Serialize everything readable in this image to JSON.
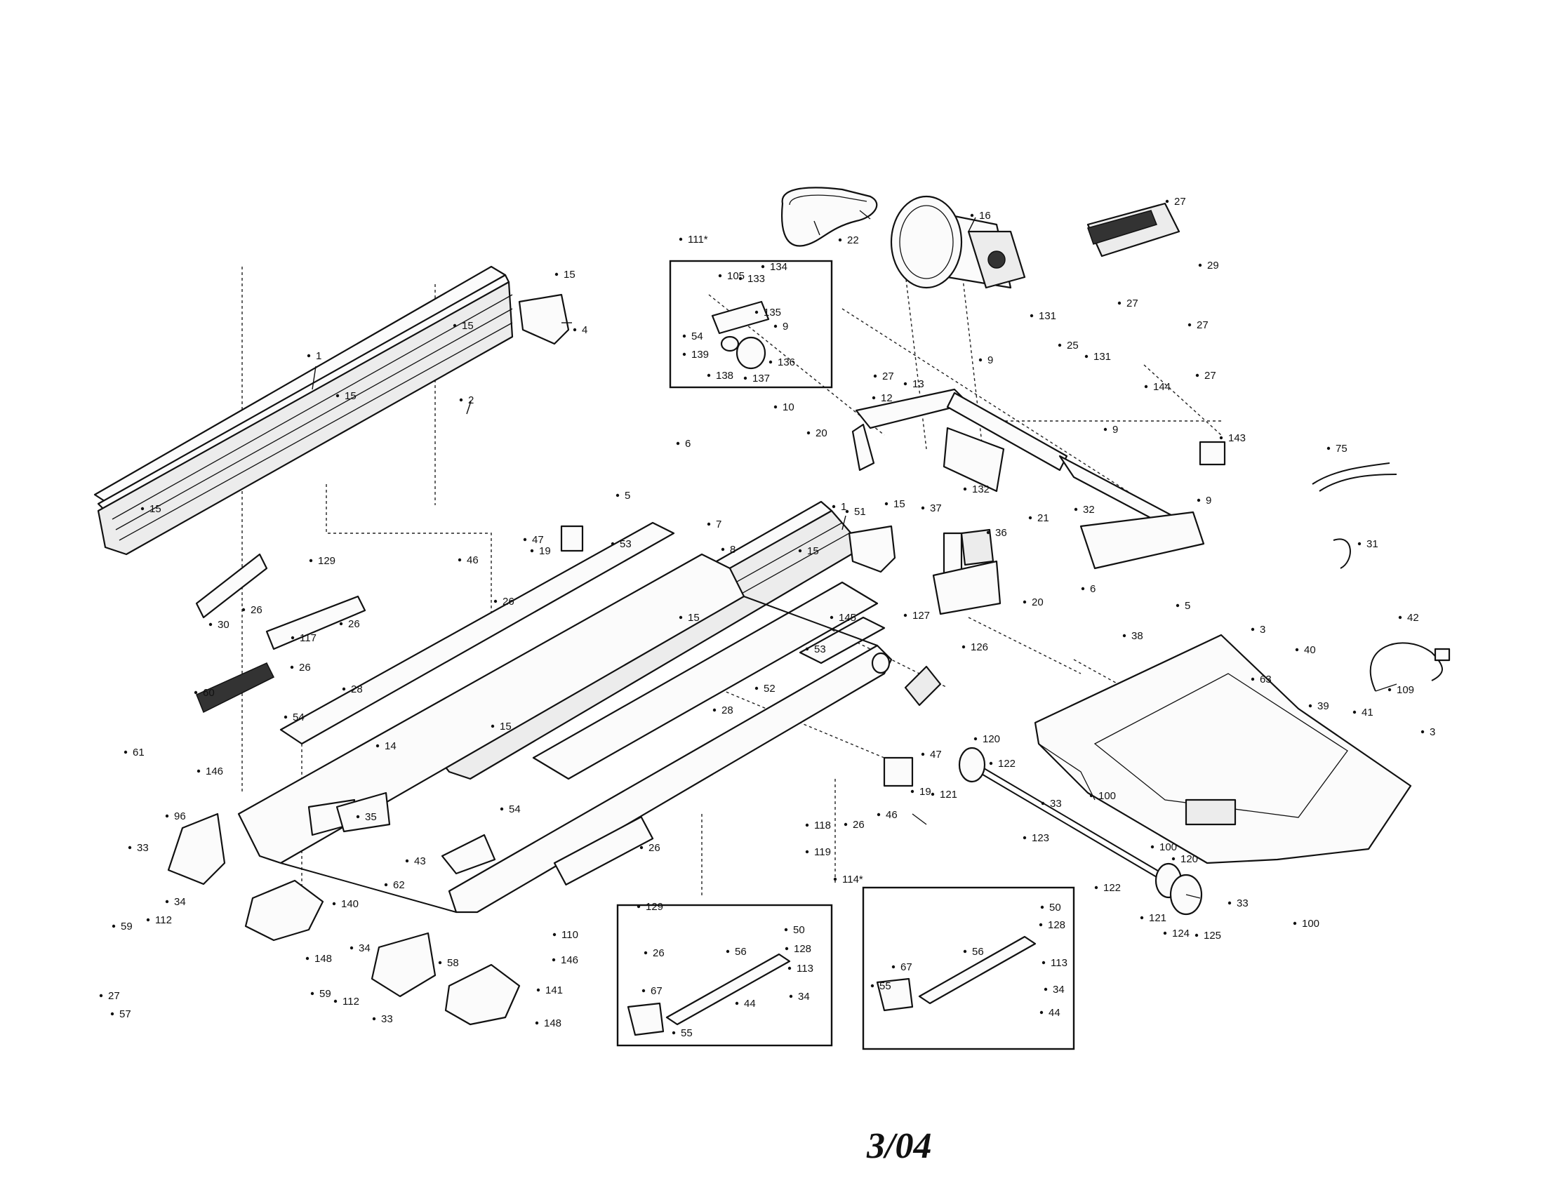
{
  "footer_code": "3/04",
  "parts": [
    {
      "id": "p1a",
      "text": "1"
    },
    {
      "id": "p1b",
      "text": "1"
    },
    {
      "id": "p2",
      "text": "2"
    },
    {
      "id": "p3a",
      "text": "3"
    },
    {
      "id": "p3b",
      "text": "3"
    },
    {
      "id": "p4",
      "text": "4"
    },
    {
      "id": "p5a",
      "text": "5"
    },
    {
      "id": "p5b",
      "text": "5"
    },
    {
      "id": "p6a",
      "text": "6"
    },
    {
      "id": "p6b",
      "text": "6"
    },
    {
      "id": "p7",
      "text": "7"
    },
    {
      "id": "p8",
      "text": "8"
    },
    {
      "id": "p9a",
      "text": "9"
    },
    {
      "id": "p9b",
      "text": "9"
    },
    {
      "id": "p9c",
      "text": "9"
    },
    {
      "id": "p9d",
      "text": "9"
    },
    {
      "id": "p10",
      "text": "10"
    },
    {
      "id": "p12",
      "text": "12"
    },
    {
      "id": "p13",
      "text": "13"
    },
    {
      "id": "p14",
      "text": "14"
    },
    {
      "id": "p15a",
      "text": "15"
    },
    {
      "id": "p15b",
      "text": "15"
    },
    {
      "id": "p15c",
      "text": "15"
    },
    {
      "id": "p15d",
      "text": "15"
    },
    {
      "id": "p15e",
      "text": "15"
    },
    {
      "id": "p15f",
      "text": "15"
    },
    {
      "id": "p15g",
      "text": "15"
    },
    {
      "id": "p15h",
      "text": "15"
    },
    {
      "id": "p16",
      "text": "16"
    },
    {
      "id": "p19a",
      "text": "19"
    },
    {
      "id": "p19b",
      "text": "19"
    },
    {
      "id": "p20a",
      "text": "20"
    },
    {
      "id": "p20b",
      "text": "20"
    },
    {
      "id": "p21",
      "text": "21"
    },
    {
      "id": "p22",
      "text": "22"
    },
    {
      "id": "p25",
      "text": "25"
    },
    {
      "id": "p26a",
      "text": "26"
    },
    {
      "id": "p26b",
      "text": "26"
    },
    {
      "id": "p26c",
      "text": "26"
    },
    {
      "id": "p26d",
      "text": "26"
    },
    {
      "id": "p26e",
      "text": "26"
    },
    {
      "id": "p26f",
      "text": "26"
    },
    {
      "id": "p26g",
      "text": "26"
    },
    {
      "id": "p27a",
      "text": "27"
    },
    {
      "id": "p27b",
      "text": "27"
    },
    {
      "id": "p27c",
      "text": "27"
    },
    {
      "id": "p27d",
      "text": "27"
    },
    {
      "id": "p27e",
      "text": "27"
    },
    {
      "id": "p27f",
      "text": "27"
    },
    {
      "id": "p28a",
      "text": "28"
    },
    {
      "id": "p28b",
      "text": "28"
    },
    {
      "id": "p29",
      "text": "29"
    },
    {
      "id": "p30",
      "text": "30"
    },
    {
      "id": "p31",
      "text": "31"
    },
    {
      "id": "p32",
      "text": "32"
    },
    {
      "id": "p33a",
      "text": "33"
    },
    {
      "id": "p33b",
      "text": "33"
    },
    {
      "id": "p33c",
      "text": "33"
    },
    {
      "id": "p33d",
      "text": "33"
    },
    {
      "id": "p34a",
      "text": "34"
    },
    {
      "id": "p34b",
      "text": "34"
    },
    {
      "id": "p34c",
      "text": "34"
    },
    {
      "id": "p34d",
      "text": "34"
    },
    {
      "id": "p35",
      "text": "35"
    },
    {
      "id": "p36",
      "text": "36"
    },
    {
      "id": "p37",
      "text": "37"
    },
    {
      "id": "p38",
      "text": "38"
    },
    {
      "id": "p39",
      "text": "39"
    },
    {
      "id": "p40",
      "text": "40"
    },
    {
      "id": "p41",
      "text": "41"
    },
    {
      "id": "p42",
      "text": "42"
    },
    {
      "id": "p43",
      "text": "43"
    },
    {
      "id": "p44a",
      "text": "44"
    },
    {
      "id": "p44b",
      "text": "44"
    },
    {
      "id": "p46a",
      "text": "46"
    },
    {
      "id": "p46b",
      "text": "46"
    },
    {
      "id": "p47a",
      "text": "47"
    },
    {
      "id": "p47b",
      "text": "47"
    },
    {
      "id": "p50a",
      "text": "50"
    },
    {
      "id": "p50b",
      "text": "50"
    },
    {
      "id": "p51",
      "text": "51"
    },
    {
      "id": "p52",
      "text": "52"
    },
    {
      "id": "p53a",
      "text": "53"
    },
    {
      "id": "p53b",
      "text": "53"
    },
    {
      "id": "p54a",
      "text": "54"
    },
    {
      "id": "p54b",
      "text": "54"
    },
    {
      "id": "p54c",
      "text": "54"
    },
    {
      "id": "p55a",
      "text": "55"
    },
    {
      "id": "p55b",
      "text": "55"
    },
    {
      "id": "p56a",
      "text": "56"
    },
    {
      "id": "p56b",
      "text": "56"
    },
    {
      "id": "p57",
      "text": "57"
    },
    {
      "id": "p58",
      "text": "58"
    },
    {
      "id": "p59a",
      "text": "59"
    },
    {
      "id": "p59b",
      "text": "59"
    },
    {
      "id": "p60",
      "text": "60"
    },
    {
      "id": "p61",
      "text": "61"
    },
    {
      "id": "p62",
      "text": "62"
    },
    {
      "id": "p63",
      "text": "63"
    },
    {
      "id": "p67a",
      "text": "67"
    },
    {
      "id": "p67b",
      "text": "67"
    },
    {
      "id": "p75",
      "text": "75"
    },
    {
      "id": "p96",
      "text": "96"
    },
    {
      "id": "p100a",
      "text": "100"
    },
    {
      "id": "p100b",
      "text": "100"
    },
    {
      "id": "p100c",
      "text": "100"
    },
    {
      "id": "p105",
      "text": "105"
    },
    {
      "id": "p109",
      "text": "109"
    },
    {
      "id": "p110",
      "text": "110"
    },
    {
      "id": "p111",
      "text": "111*"
    },
    {
      "id": "p112a",
      "text": "112"
    },
    {
      "id": "p112b",
      "text": "112"
    },
    {
      "id": "p113a",
      "text": "113"
    },
    {
      "id": "p113b",
      "text": "113"
    },
    {
      "id": "p114",
      "text": "114*"
    },
    {
      "id": "p117",
      "text": "117"
    },
    {
      "id": "p118",
      "text": "118"
    },
    {
      "id": "p119",
      "text": "119"
    },
    {
      "id": "p120a",
      "text": "120"
    },
    {
      "id": "p120b",
      "text": "120"
    },
    {
      "id": "p121a",
      "text": "121"
    },
    {
      "id": "p121b",
      "text": "121"
    },
    {
      "id": "p122a",
      "text": "122"
    },
    {
      "id": "p122b",
      "text": "122"
    },
    {
      "id": "p123",
      "text": "123"
    },
    {
      "id": "p124",
      "text": "124"
    },
    {
      "id": "p125",
      "text": "125"
    },
    {
      "id": "p126",
      "text": "126"
    },
    {
      "id": "p127",
      "text": "127"
    },
    {
      "id": "p128a",
      "text": "128"
    },
    {
      "id": "p128b",
      "text": "128"
    },
    {
      "id": "p129a",
      "text": "129"
    },
    {
      "id": "p129b",
      "text": "129"
    },
    {
      "id": "p131a",
      "text": "131"
    },
    {
      "id": "p131b",
      "text": "131"
    },
    {
      "id": "p132",
      "text": "132"
    },
    {
      "id": "p133",
      "text": "133"
    },
    {
      "id": "p134",
      "text": "134"
    },
    {
      "id": "p135",
      "text": "135"
    },
    {
      "id": "p136",
      "text": "136"
    },
    {
      "id": "p137",
      "text": "137"
    },
    {
      "id": "p138",
      "text": "138"
    },
    {
      "id": "p139",
      "text": "139"
    },
    {
      "id": "p140",
      "text": "140"
    },
    {
      "id": "p141",
      "text": "141"
    },
    {
      "id": "p143",
      "text": "143"
    },
    {
      "id": "p144",
      "text": "144"
    },
    {
      "id": "p145",
      "text": "145"
    },
    {
      "id": "p146a",
      "text": "146"
    },
    {
      "id": "p146b",
      "text": "146"
    },
    {
      "id": "p148a",
      "text": "148"
    },
    {
      "id": "p148b",
      "text": "148"
    }
  ]
}
